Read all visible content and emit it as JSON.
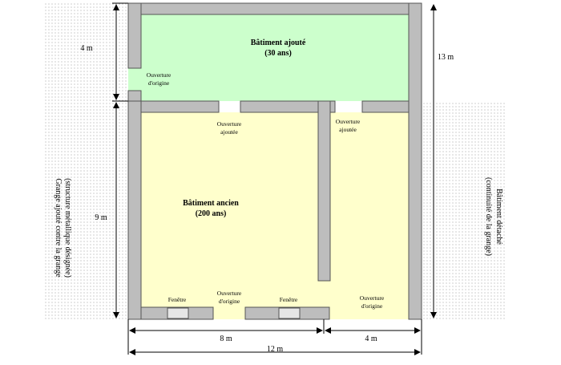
{
  "colors": {
    "wall": "#bdbdbd",
    "wall_stroke": "#555555",
    "new_building": "#ccffcc",
    "old_building": "#ffffcc",
    "dotted": "#888888",
    "window_pane": "#e6e6e6"
  },
  "rooms": {
    "added": {
      "title": "Bâtiment ajouté",
      "subtitle": "(30 ans)"
    },
    "old": {
      "title": "Bâtiment ancien",
      "subtitle": "(200 ans)"
    }
  },
  "openings": {
    "original_left": [
      "Ouverture",
      "d'origine"
    ],
    "added_1": [
      "Ouverture",
      "ajoutée"
    ],
    "added_2": [
      "Ouverture",
      "ajoutée"
    ],
    "original_bottom_1": [
      "Ouverture",
      "d'origine"
    ],
    "original_bottom_2": [
      "Ouverture",
      "d'origine"
    ]
  },
  "windows": [
    "Fenêtre",
    "Fenêtre"
  ],
  "side_labels": {
    "left": [
      "Grange ajouté contre la grange",
      "(structure métallique désignée)"
    ],
    "right": [
      "Bâtiment détaché",
      "(continuité de la grange)"
    ]
  },
  "dimensions": {
    "top_left": "4 m",
    "left_main": "9 m",
    "right_total": "13 m",
    "bottom_a": "8 m",
    "bottom_b": "4 m",
    "bottom_total": "12 m"
  }
}
